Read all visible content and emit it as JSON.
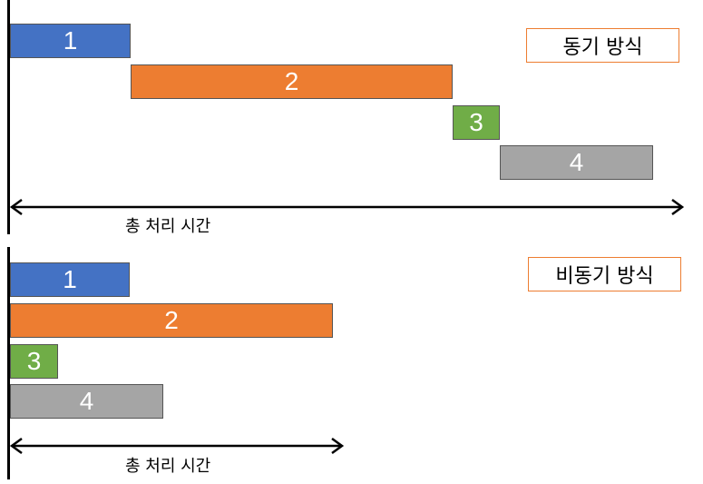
{
  "colors": {
    "bar1": "#4472c4",
    "bar2": "#ed7d31",
    "bar3": "#70ad47",
    "bar4": "#a5a5a5",
    "legend_border": "#ed7d31"
  },
  "sync": {
    "title": "동기 방식",
    "total_label": "총 처리 시간",
    "tasks": [
      {
        "label": "1",
        "start": 0,
        "end": 133
      },
      {
        "label": "2",
        "start": 133,
        "end": 488
      },
      {
        "label": "3",
        "start": 488,
        "end": 540
      },
      {
        "label": "4",
        "start": 540,
        "end": 709
      }
    ]
  },
  "async": {
    "title": "비동기 방식",
    "total_label": "총 처리 시간",
    "tasks": [
      {
        "label": "1",
        "start": 0,
        "end": 132
      },
      {
        "label": "2",
        "start": 0,
        "end": 356
      },
      {
        "label": "3",
        "start": 0,
        "end": 53
      },
      {
        "label": "4",
        "start": 0,
        "end": 169
      }
    ]
  }
}
